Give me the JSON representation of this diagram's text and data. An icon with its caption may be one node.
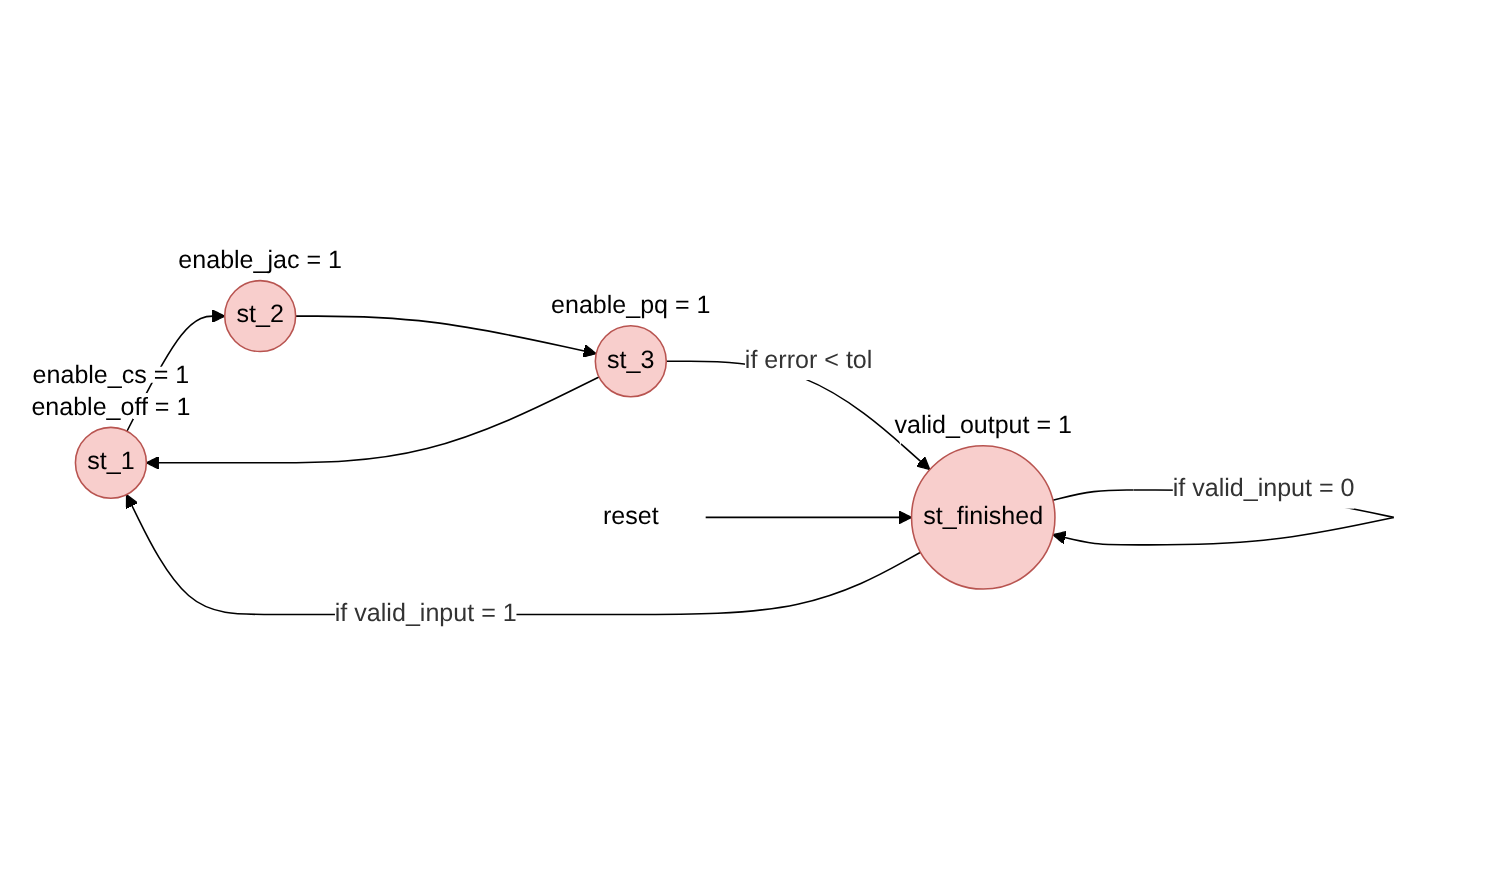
{
  "diagram": {
    "nodes": [
      {
        "text": [
          "st_1"
        ],
        "beside": [
          "enable_cs = 1",
          "enable_off = 1"
        ]
      },
      {
        "text": [
          "st_2"
        ],
        "beside": [
          "enable_jac = 1"
        ]
      },
      {
        "text": [
          "st_3"
        ],
        "beside": [
          "enable_pq = 1"
        ]
      },
      {
        "text": [
          "st_finished"
        ],
        "beside": [
          "valid_output = 1"
        ]
      },
      {
        "text": [
          "reset"
        ]
      }
    ],
    "edges": [
      {
        "from": 0,
        "to": 1,
        "arrow": "to"
      },
      {
        "from": 1,
        "to": 2,
        "arrow": "to"
      },
      {
        "from": 2,
        "to": 0,
        "arrow": "to"
      },
      {
        "from": 2,
        "to": 3,
        "arrow": "to",
        "label": "if error < tol"
      },
      {
        "from": 3,
        "to": 0,
        "arrow": "to",
        "label": "if valid_input = 1"
      },
      {
        "from": 3,
        "to": 3,
        "arrow": "to",
        "label": "if valid_input = 0"
      },
      {
        "from": 4,
        "to": 3,
        "arrow": "to"
      }
    ]
  }
}
